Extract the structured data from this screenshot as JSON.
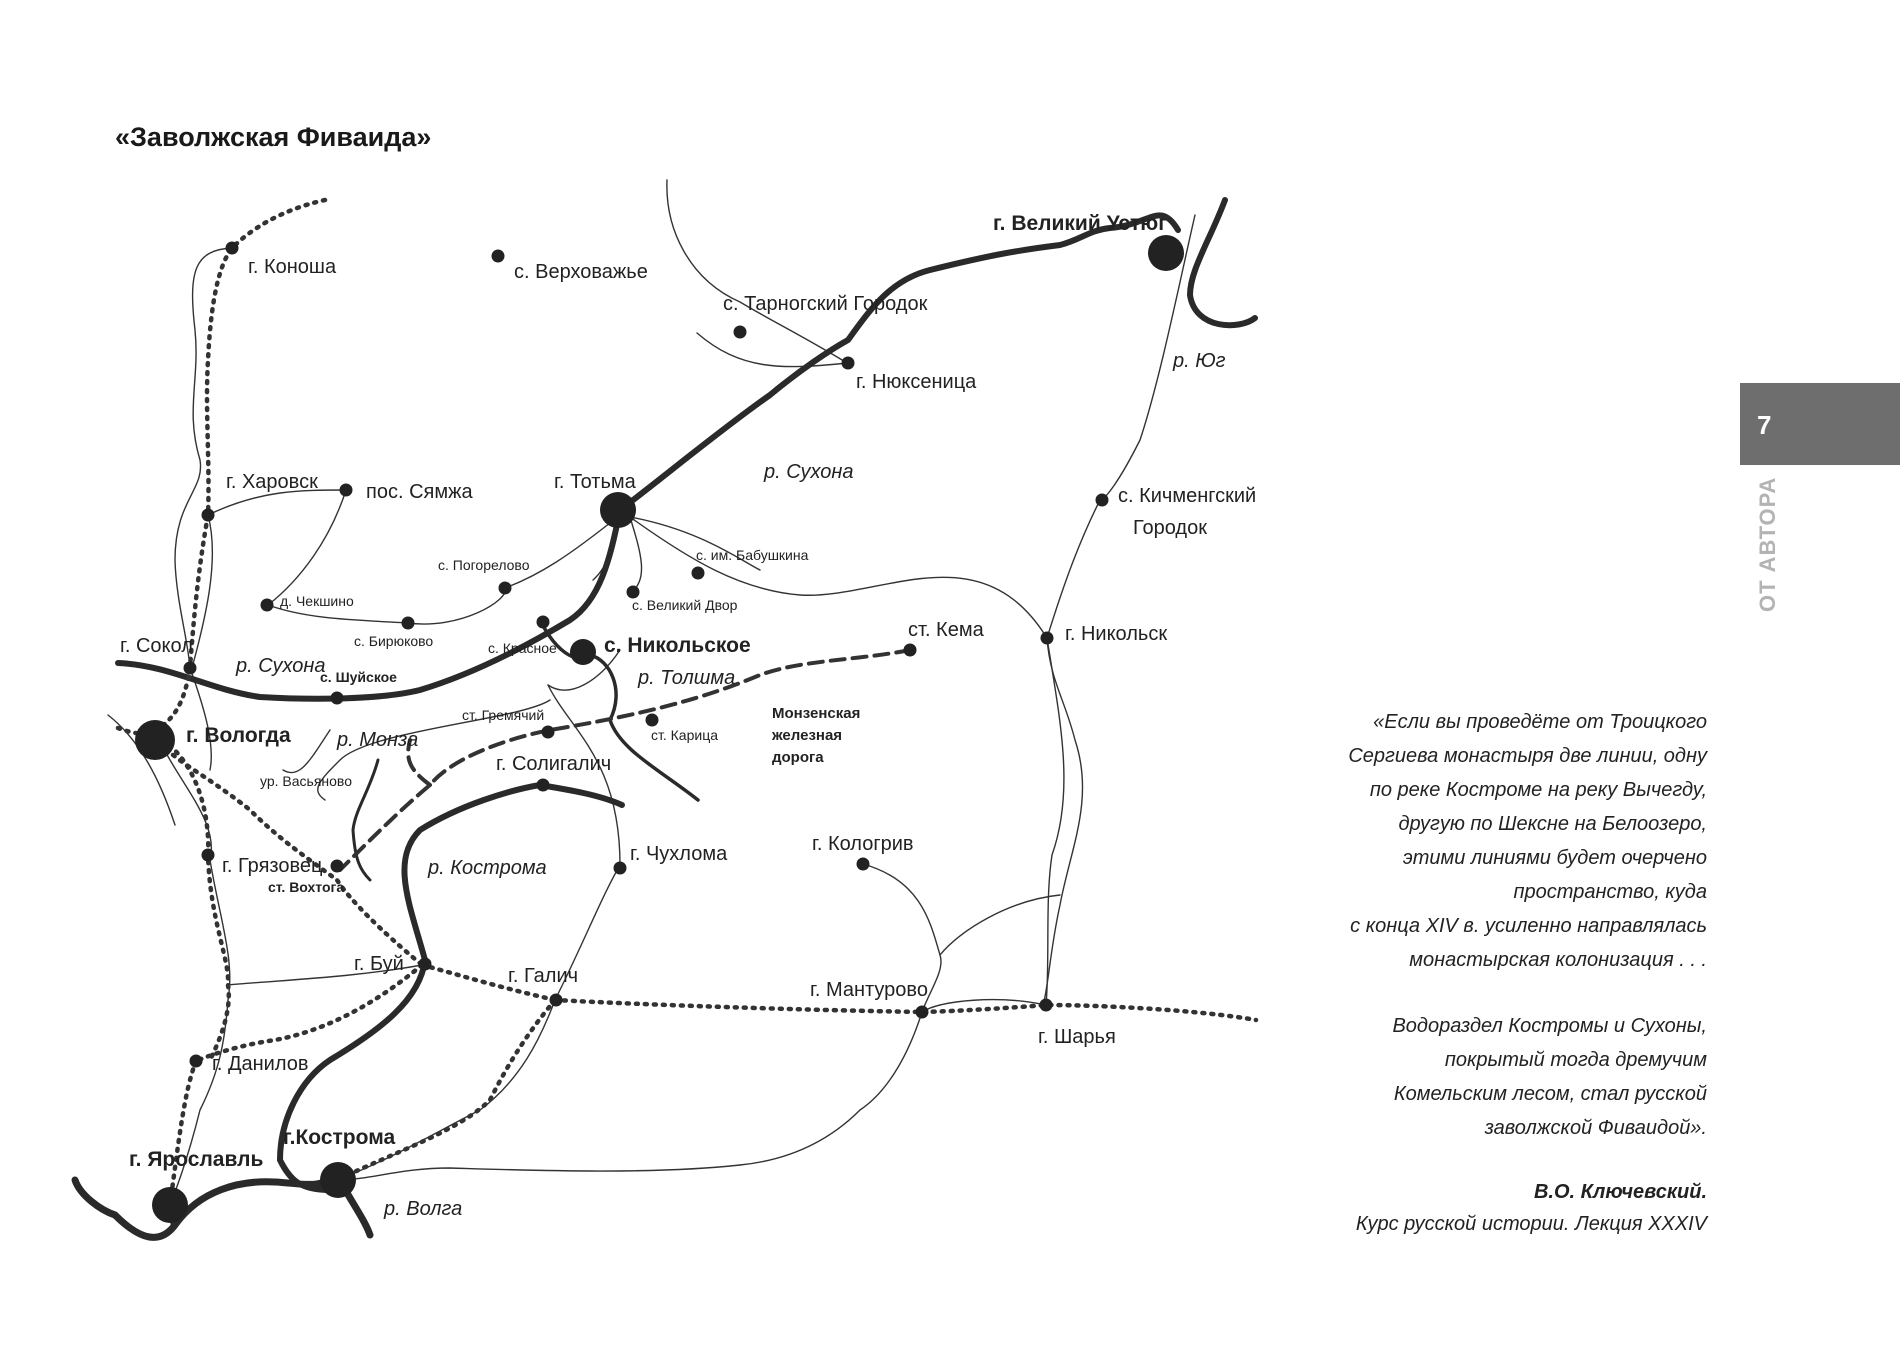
{
  "title": "«Заволжская Фиваида»",
  "side": {
    "page_number": "7",
    "section": "ОТ АВТОРА"
  },
  "map": {
    "labels": {
      "konosha": "г. Коноша",
      "verkhovazhye": "с. Верховажье",
      "tarnog": "с. Тарногский Городок",
      "ustyug": "г. Великий Устюг",
      "nyuksenitsa": "г. Нюксеница",
      "yug": "р. Юг",
      "kharovsk": "г. Харовск",
      "syamzha": "пос. Сямжа",
      "totma": "г. Тотьма",
      "sukhona1": "р. Сухона",
      "kichmeng1": "с. Кичменгский",
      "kichmeng2": "Городок",
      "pogorelovo": "с. Погорелово",
      "babushkina": "с. им. Бабушкина",
      "chekshino": "д. Чекшино",
      "veldvor": "с. Великий Двор",
      "biryakovo": "с. Бирюково",
      "sokol": "г. Сокол",
      "krasnoe": "с. Красное",
      "nikolskoe": "с. Никольское",
      "kema": "ст. Кема",
      "nikolsk": "г. Никольск",
      "sukhona2": "р. Сухона",
      "shuyskoe": "с. Шуйское",
      "tolshma": "р. Толшма",
      "vologda": "г. Вологда",
      "gremyachiy": "ст. Гремячий",
      "karitsa": "ст. Карица",
      "monza_rail1": "Монзенская",
      "monza_rail2": "железная",
      "monza_rail3": "дорога",
      "monza": "р. Монза",
      "soligalich": "г. Солигалич",
      "vasyanovo": "ур. Васьяново",
      "chukhloma": "г. Чухлома",
      "kologriv": "г. Кологрив",
      "gryazovets": "г. Грязовец",
      "kostroma_river": "р. Кострома",
      "vokhtoga": "ст. Вохтога",
      "buy": "г. Буй",
      "galich": "г. Галич",
      "manturovo": "г. Мантурово",
      "sharya": "г. Шарья",
      "danilov": "г. Данилов",
      "kostroma": "г.Кострома",
      "yaroslavl": "г. Ярославль",
      "volga": "р. Волга"
    }
  },
  "quote": {
    "lines1": [
      "«Если вы проведёте от Троицкого",
      "Сергиева монастыря две линии, одну",
      "по реке Костроме на реку Вычегду,",
      "другую по Шексне на Белоозеро,",
      "этими линиями будет очерчено",
      "пространство, куда",
      "с конца XIV в. усиленно направлялась",
      "монастырская колонизация . . ."
    ],
    "lines2": [
      "Водораздел Костромы и Сухоны,",
      "покрытый тогда дремучим",
      "Комельским лесом, стал русской",
      "заволжской Фиваидой»."
    ],
    "author": "В.О. Ключевский.",
    "source": "Курс русской истории. Лекция XXXIV"
  }
}
